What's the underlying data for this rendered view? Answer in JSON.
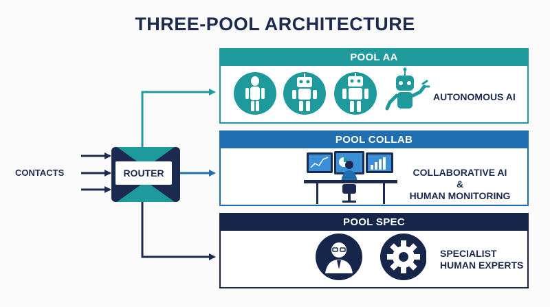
{
  "title": "THREE-POOL ARCHITECTURE",
  "contacts": {
    "label": "CONTACTS"
  },
  "router": {
    "label": "ROUTER"
  },
  "colors": {
    "navy": "#1b2a4e",
    "teal": "#1e9a9c",
    "blue": "#1f6fb0",
    "pool_aa": "#1e9a9c",
    "pool_collab": "#1f6fb0",
    "pool_spec": "#16254a"
  },
  "pools": [
    {
      "id": "aa",
      "header": "POOL AA",
      "label": "AUTONOMOUS AI",
      "icons": [
        "humanoid-robot-icon",
        "robot-icon",
        "robot-icon",
        "robot-arm-icon"
      ]
    },
    {
      "id": "collab",
      "header": "POOL COLLAB",
      "label_lines": [
        "COLLABORATIVE AI &",
        "HUMAN MONITORING"
      ],
      "icons": [
        "operator-workstation-icon"
      ]
    },
    {
      "id": "spec",
      "header": "POOL SPEC",
      "label_lines": [
        "SPECIALIST",
        "HUMAN EXPERTS"
      ],
      "icons": [
        "expert-person-icon",
        "gear-icon"
      ]
    }
  ]
}
